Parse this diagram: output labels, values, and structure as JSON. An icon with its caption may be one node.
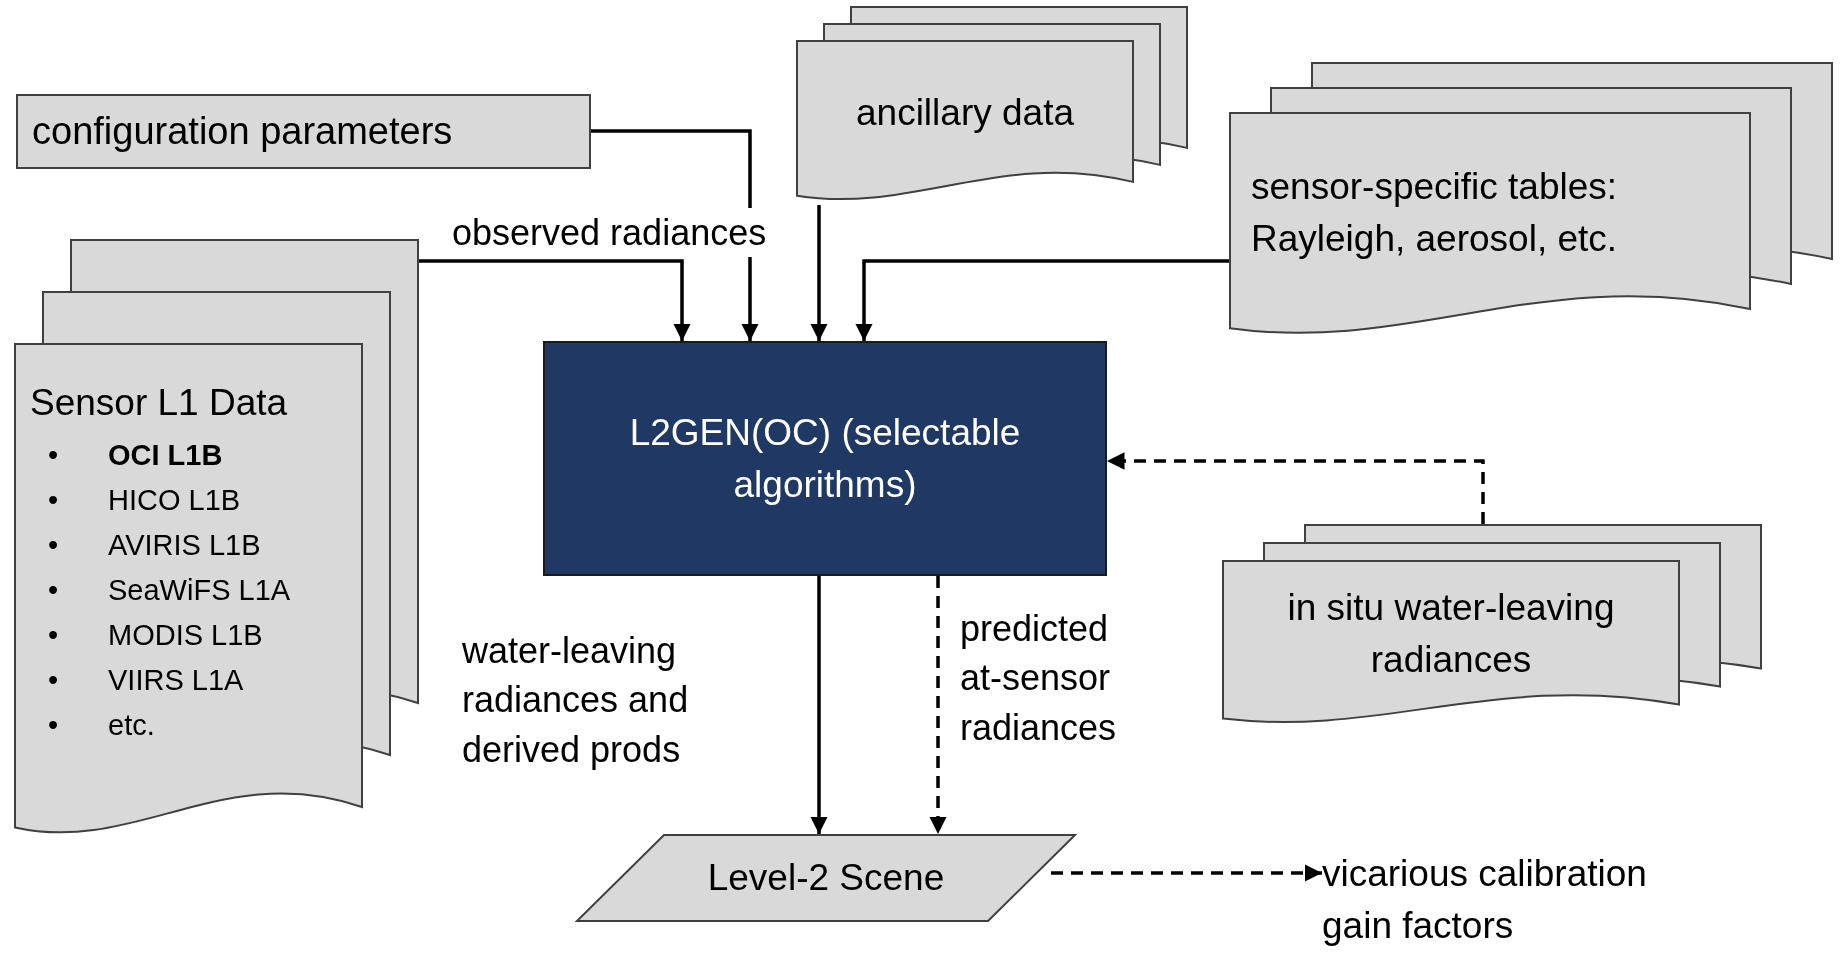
{
  "diagram": {
    "nodes": [
      {
        "text": [
          "configuration parameters"
        ]
      },
      {
        "text": [
          "ancillary data"
        ]
      },
      {
        "text": [
          "sensor-specific tables: Rayleigh, aerosol, etc."
        ]
      },
      {
        "text": [
          "Sensor L1 Data",
          "•",
          "OCI L1B",
          "•",
          "HICO L1B",
          "•",
          "AVIRIS L1B",
          "•",
          "SeaWiFS L1A",
          "•",
          "MODIS L1B",
          "•",
          "VIIRS L1A",
          "•",
          "etc."
        ]
      },
      {
        "text": [
          "L2GEN(OC) (selectable algorithms)"
        ]
      },
      {
        "text": [
          "in situ water-leaving radiances"
        ]
      },
      {
        "text": [
          "Level-2 Scene"
        ]
      },
      {
        "text": [
          "vicarious calibration gain factors"
        ]
      }
    ],
    "edges": [
      {
        "from": 3,
        "to": 4,
        "arrow": "to",
        "label": "observed radiances"
      },
      {
        "from": 0,
        "to": 4,
        "arrow": "to"
      },
      {
        "from": 1,
        "to": 4,
        "arrow": "to"
      },
      {
        "from": 2,
        "to": 4,
        "arrow": "to"
      },
      {
        "from": 5,
        "to": 4,
        "arrow": "to",
        "style": "dashed"
      },
      {
        "from": 4,
        "to": 6,
        "arrow": "to",
        "label": "water-leaving radiances and derived prods"
      },
      {
        "from": 4,
        "to": 6,
        "arrow": "to",
        "style": "dashed",
        "label": "predicted at-sensor radiances"
      },
      {
        "from": 6,
        "to": 7,
        "arrow": "to",
        "style": "dashed"
      }
    ]
  }
}
